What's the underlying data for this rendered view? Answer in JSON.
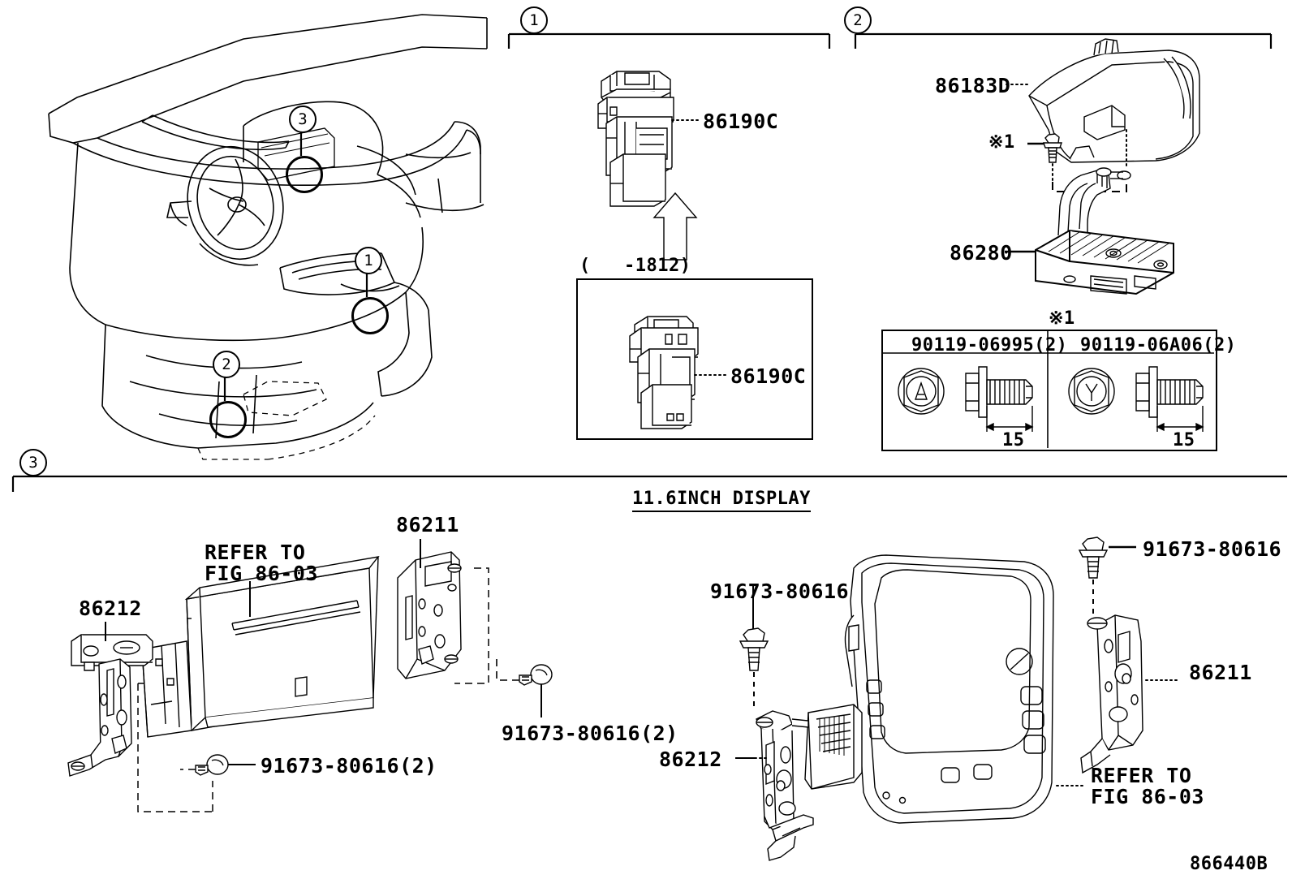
{
  "figure": {
    "code": "866440B",
    "title_note": "11.6INCH DISPLAY"
  },
  "sections": [
    {
      "id": "1",
      "number": "1"
    },
    {
      "id": "2",
      "number": "2"
    },
    {
      "id": "3",
      "number": "3"
    }
  ],
  "dashboard": {
    "callouts": [
      {
        "number": "1"
      },
      {
        "number": "2"
      },
      {
        "number": "3"
      }
    ]
  },
  "section1": {
    "part_main": "86190C",
    "variant_note": "(   -1812)",
    "part_variant": "86190C"
  },
  "section2": {
    "parts": [
      {
        "number": "86183D"
      },
      {
        "number": "86280"
      }
    ],
    "mark": "※1",
    "bolt_table": {
      "mark": "※1",
      "columns": [
        {
          "part_no": "90119-06995(2)",
          "head_mark": "A",
          "length": "15"
        },
        {
          "part_no": "90119-06A06(2)",
          "head_mark": "Y",
          "length": "15"
        }
      ]
    }
  },
  "section3": {
    "left": {
      "bracket_left": "86212",
      "bracket_right": "86211",
      "refer_line1": "REFER TO",
      "refer_line2": "FIG 86-03",
      "screw_lower": "91673-80616(2)",
      "screw_right": "91673-80616(2)"
    },
    "right": {
      "screw_left": "91673-80616",
      "screw_top": "91673-80616",
      "bracket_left": "86212",
      "bracket_right": "86211",
      "refer_line1": "REFER TO",
      "refer_line2": "FIG 86-03"
    }
  }
}
